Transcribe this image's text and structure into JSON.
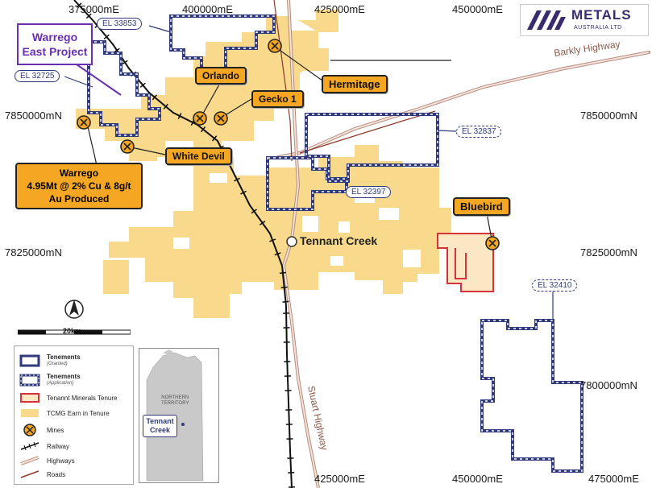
{
  "coordinates": {
    "top": [
      "375000mE",
      "400000mE",
      "425000mE",
      "450000mE"
    ],
    "bottom": [
      "425000mE",
      "450000mE",
      "475000mE"
    ],
    "left": [
      "7850000mN",
      "7825000mN"
    ],
    "right": [
      "7850000mN",
      "7825000mN",
      "7800000mN"
    ]
  },
  "project": {
    "line1": "Warrego",
    "line2": "East Project"
  },
  "tenement_tags": [
    {
      "id": "el33853",
      "label": "EL 33853"
    },
    {
      "id": "el32725",
      "label": "EL 32725"
    },
    {
      "id": "el32837",
      "label": "EL 32837"
    },
    {
      "id": "el32397",
      "label": "EL 32397"
    },
    {
      "id": "el32410",
      "label": "EL 32410"
    }
  ],
  "mines": {
    "orlando": "Orlando",
    "hermitage": "Hermitage",
    "gecko": "Gecko 1",
    "white_devil": "White Devil",
    "bluebird": "Bluebird",
    "warrego": {
      "line1": "Warrego",
      "line2": "4.95Mt @ 2% Cu & 8g/t",
      "line3": "Au Produced"
    }
  },
  "places": {
    "town": "Tennant Creek",
    "barkly": "Barkly Highway",
    "stuart": "Stuart Highway"
  },
  "scale": {
    "label": "20km"
  },
  "legend": {
    "granted": {
      "title": "Tenements",
      "sub": "(Granted)"
    },
    "application": {
      "title": "Tenements",
      "sub": "(Application)"
    },
    "tennant_minerals": "Tenannt Minerals Tenure",
    "tcmg": "TCMG Earn in Tenure",
    "mines": "Mines",
    "railway": "Railway",
    "highways": "Highways",
    "roads": "Roads"
  },
  "inset": {
    "territory_line1": "NORTHERN",
    "territory_line2": "TERRITORY",
    "town_line1": "Tennant",
    "town_line2": "Creek"
  },
  "logo": {
    "name": "METALS",
    "sub": "AUSTRALIA LTD"
  },
  "colors": {
    "tcmg": "#f9d98c",
    "tenement": "#303a7a",
    "tennant_minerals": "#d6323a",
    "mine": "#f5a623",
    "highway": "#b88a7a",
    "road": "#8b3a2a"
  }
}
